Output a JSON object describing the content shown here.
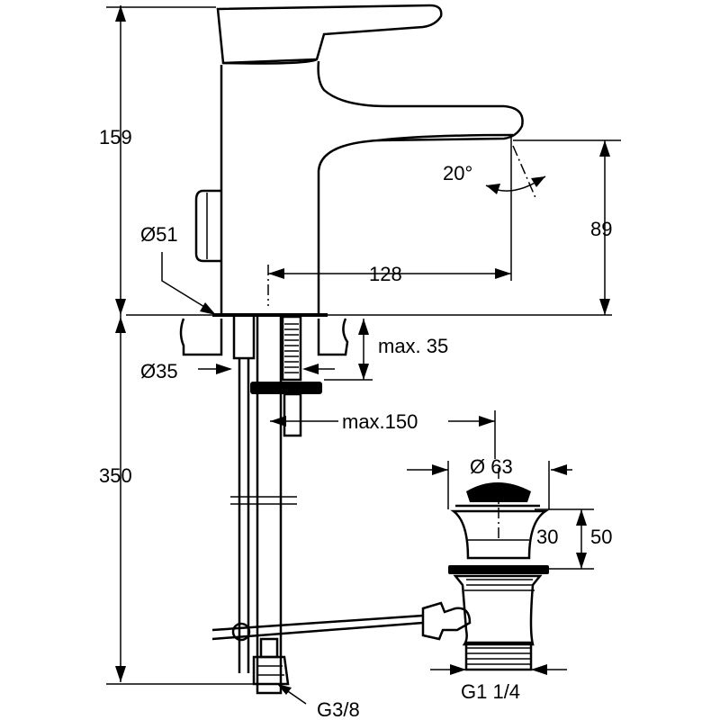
{
  "dimensions": {
    "total_height_above": "159",
    "spout_height": "89",
    "base_diameter": "Ø51",
    "spout_reach": "128",
    "spout_angle": "20°",
    "hole_diameter": "Ø35",
    "deck_thickness": "max. 35",
    "total_length_below": "350",
    "supply_offset": "max.150",
    "waste_diameter": "Ø 63",
    "waste_range_a": "30",
    "waste_range_b": "50",
    "waste_thread": "G1 1/4",
    "supply_thread": "G3/8"
  },
  "colors": {
    "line": "#000000",
    "background": "#ffffff"
  }
}
